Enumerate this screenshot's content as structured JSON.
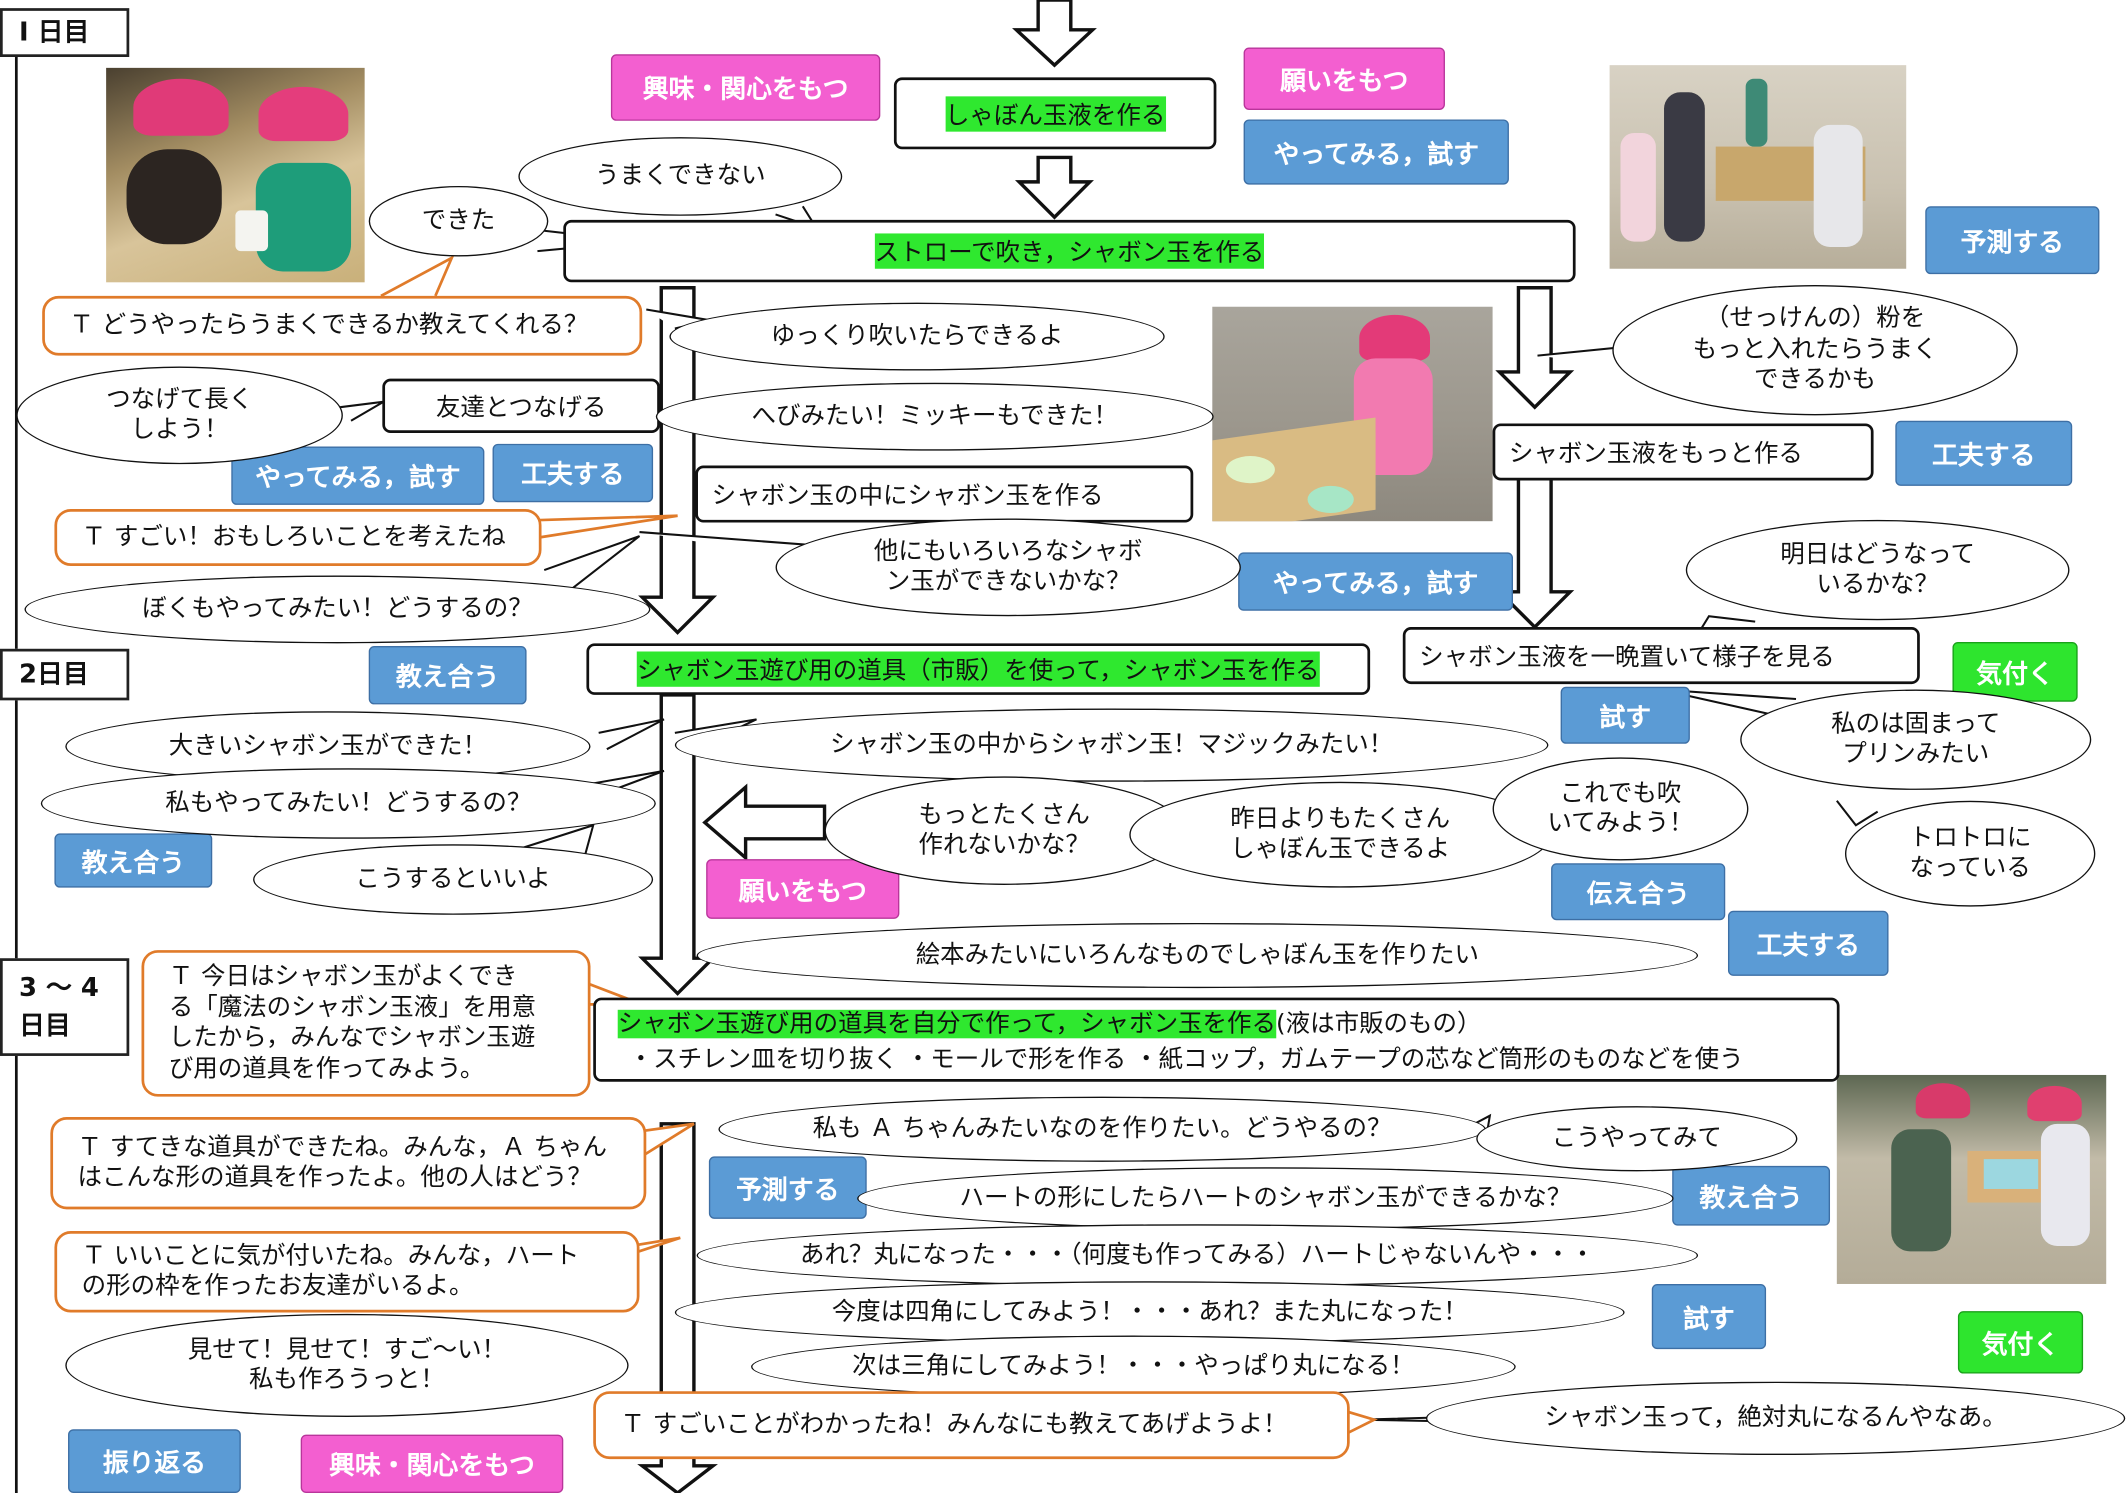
{
  "days": {
    "day1": "Ⅰ 日目",
    "day2": "2日目",
    "day3": "3 ～ 4\n日目"
  },
  "main_steps": {
    "s1": "しゃぼん玉液を作る",
    "s2": "ストローで吹き，シャボン玉を作る",
    "s3": "シャボン玉遊び用の道具（市販）を使って，シャボン玉を作る",
    "s4_title": "シャボン玉遊び用の道具を自分で作って，シャボン玉を作る",
    "s4_note": "(液は市販のもの）",
    "s4_detail": "・スチレン皿を切り抜く ・モールで形を作る ・紙コップ，ガムテープの芯など筒形のものなどを使う"
  },
  "boxes": {
    "friends": "友達とつなげる",
    "inside": "シャボン玉の中にシャボン玉を作る",
    "more_liquid": "シャボン玉液をもっと作る",
    "overnight": "シャボン玉液を一晩置いて様子を見る"
  },
  "tags": {
    "interest1": "興味・関心をもつ",
    "wish1": "願いをもつ",
    "try1": "やってみる，試す",
    "predict1": "予測する",
    "try2": "やってみる，試す",
    "devise1": "工夫する",
    "devise2": "工夫する",
    "try3": "やってみる，試す",
    "teach1": "教え合う",
    "notice1": "気付く",
    "test1": "試す",
    "teach2": "教え合う",
    "wish2": "願いをもつ",
    "convey1": "伝え合う",
    "devise3": "工夫する",
    "predict2": "予測する",
    "teach3": "教え合う",
    "test2": "試す",
    "notice2": "気付く",
    "reflect": "振り返る",
    "interest2": "興味・関心をもつ"
  },
  "bubbles": {
    "b_notwell": "うまくできない",
    "b_done": "できた",
    "b_slow": "ゆっくり吹いたらできるよ",
    "b_connect": "つなげて長く\nしよう！",
    "b_snake": "へびみたい！ミッキーもできた！",
    "b_powder": "（せっけんの）粉を\nもっと入れたらうまく\nできるかも",
    "b_others": "他にもいろいろなシャボ\nン玉ができないかな？",
    "b_metoo1": "ぼくもやってみたい！どうするの？",
    "b_tomorrow": "明日はどうなって\nいるかな？",
    "b_pudding": "私のは固まって\nプリンみたい",
    "b_big": "大きいシャボン玉ができた！",
    "b_magic": "シャボン玉の中からシャボン玉！マジックみたい！",
    "b_metoo2": "私もやってみたい！どうするの？",
    "b_moremany": "もっとたくさん\n作れないかな？",
    "b_yesterday": "昨日よりもたくさん\nしゃぼん玉できるよ",
    "b_blow": "これでも吹\nいてみよう！",
    "b_toro": "トロトロに\nなっている",
    "b_thisway": "こうするといいよ",
    "b_picturebook": "絵本みたいにいろんなものでしゃぼん玉を作りたい",
    "b_likeA": "私も Ａ ちゃんみたいなのを作りたい。どうやるの？",
    "b_likethis": "こうやってみて",
    "b_heart": "ハートの形にしたらハートのシャボン玉ができるかな？",
    "b_round": "あれ？丸になった・・・（何度も作ってみる）ハートじゃないんや・・・",
    "b_square": "今度は四角にしてみよう！・・・あれ？また丸になった！",
    "b_triangle": "次は三角にしてみよう！・・・やっぱり丸になる！",
    "b_showme": "見せて！見せて！すご～い！\n私も作ろうっと！",
    "b_always": "シャボン玉って，絶対丸になるんやなあ。"
  },
  "teacher": {
    "t1": "Ｔ どうやったらうまくできるか教えてくれる？",
    "t2": "Ｔ すごい！おもしろいことを考えたね",
    "t3": "Ｔ 今日はシャボン玉がよくでき\nる「魔法のシャボン玉液」を用意\nしたから，みんなでシャボン玉遊\nび用の道具を作ってみよう。",
    "t4": "Ｔ すてきな道具ができたね。みんな，Ａ ちゃん\nはこんな形の道具を作ったよ。他の人はどう？",
    "t5": "Ｔ いいことに気が付いたね。みんな，ハート\nの形の枠を作ったお友達がいるよ。",
    "t6": "Ｔ すごいことがわかったね！みんなにも教えてあげようよ！"
  },
  "colors": {
    "tag_blue": "#5b9bd5",
    "tag_pink": "#f35fd0",
    "tag_green": "#2ee52e",
    "highlight": "#2fe82f",
    "teacher_border": "#e07b2a"
  }
}
